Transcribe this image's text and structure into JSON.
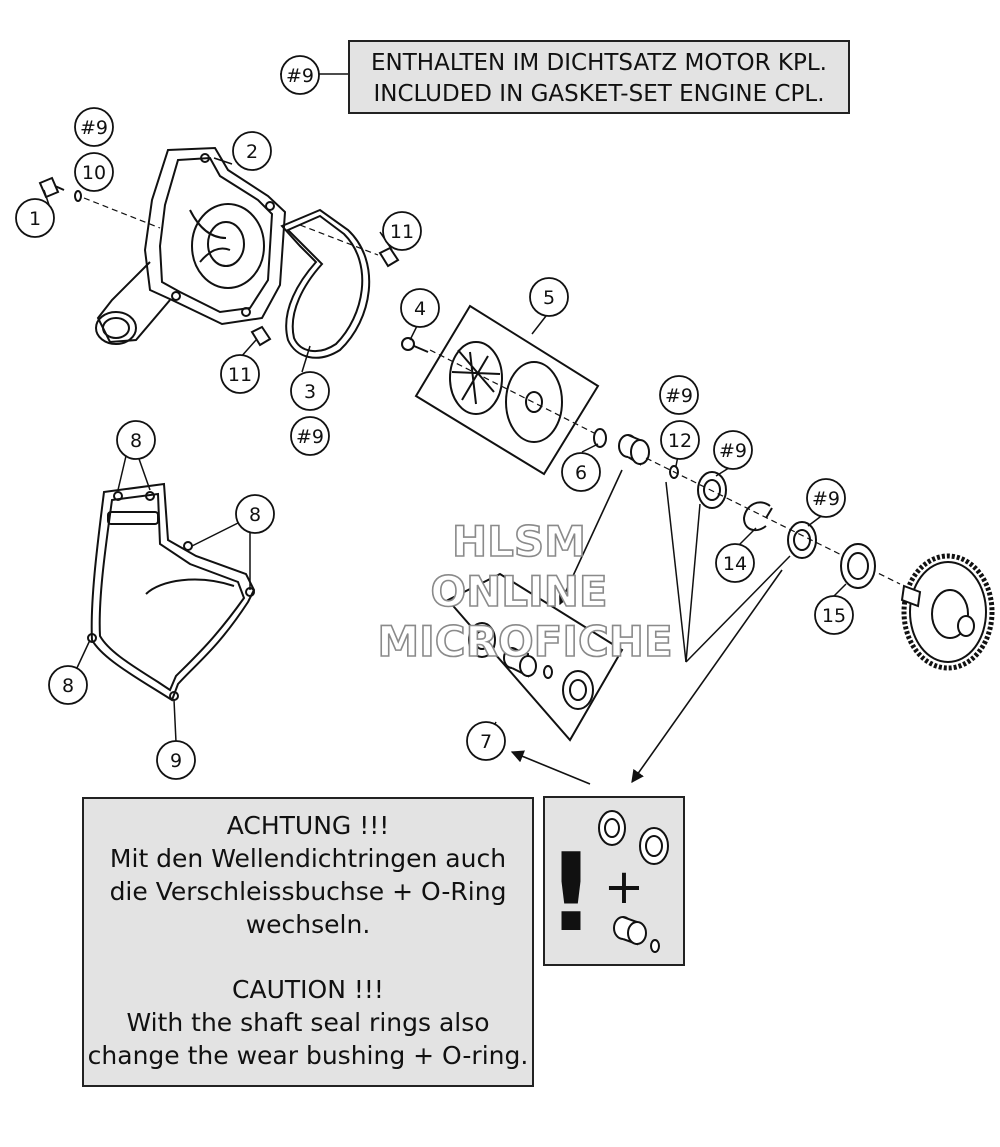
{
  "header_note": {
    "ref": "#9",
    "line1": "ENTHALTEN IM DICHTSATZ MOTOR KPL.",
    "line2": "INCLUDED IN GASKET-SET ENGINE CPL."
  },
  "warning_note": {
    "de_title": "ACHTUNG !!!",
    "de_line1": "Mit den Wellendichtringen auch",
    "de_line2": "die Verschleissbuchse + O-Ring",
    "de_line3": "wechseln.",
    "en_title": "CAUTION !!!",
    "en_line1": "With the shaft seal rings also",
    "en_line2": "change the wear bushing + O-ring."
  },
  "kit_box": {
    "exclamation": "!",
    "plus": "+"
  },
  "watermark": {
    "line1": "HLSM",
    "line2": "ONLINE",
    "line3": "MICROFICHE"
  },
  "callouts": {
    "c1": "1",
    "c2": "2",
    "c3": "3",
    "c3_ref": "#9",
    "c4": "4",
    "c5": "5",
    "c6": "6",
    "c7": "7",
    "c8a": "8",
    "c8b": "8",
    "c8c": "8",
    "c9": "9",
    "c10": "10",
    "c10_ref": "#9",
    "c11a": "11",
    "c11b": "11",
    "c12": "12",
    "c12_ref": "#9",
    "c13_ref": "#9",
    "c14": "14",
    "c15": "15",
    "c15_ref": "#9"
  }
}
